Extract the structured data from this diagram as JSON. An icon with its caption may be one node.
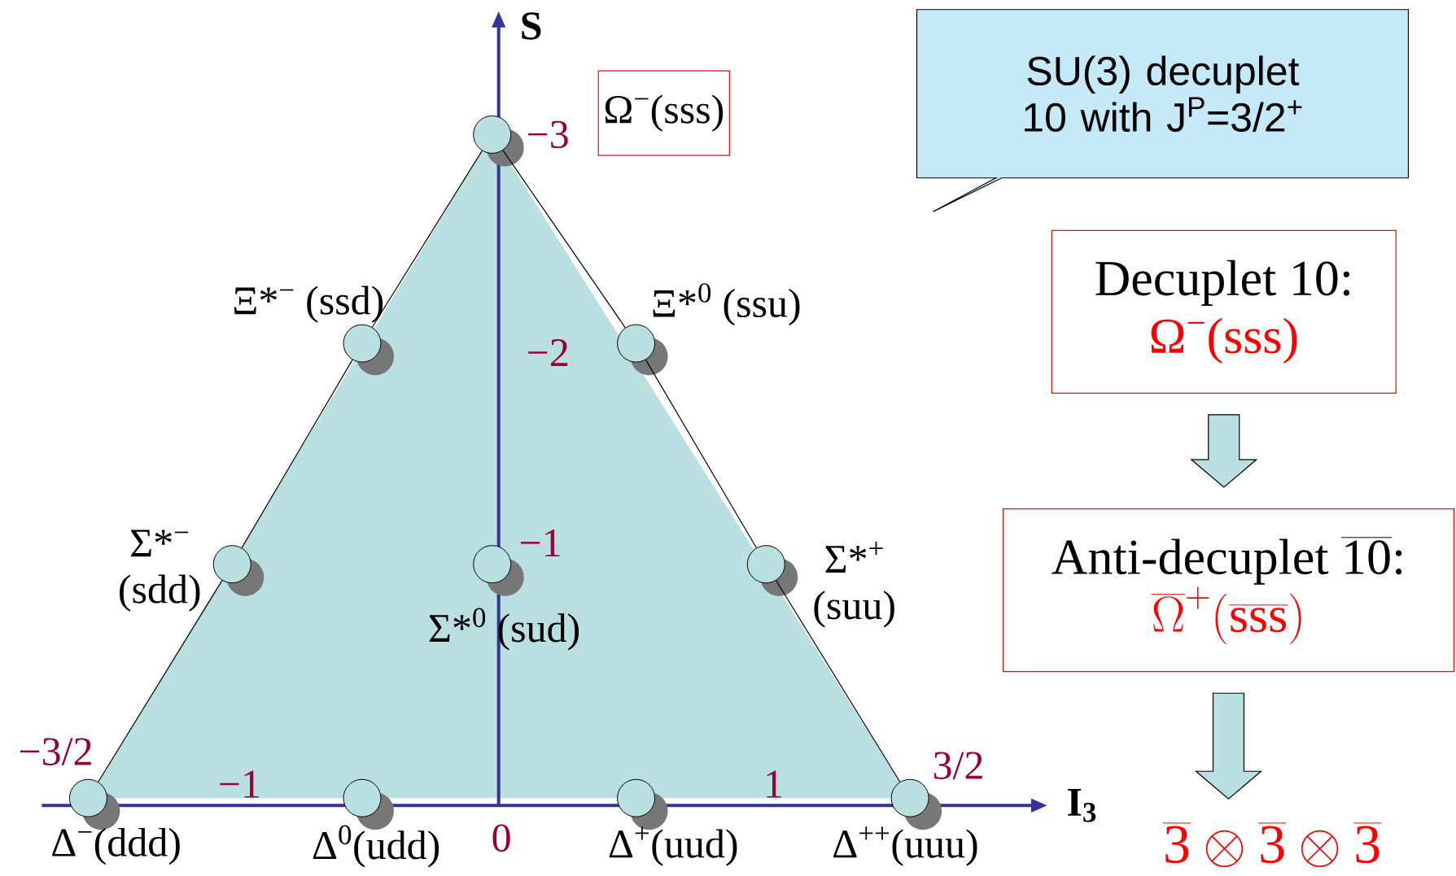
{
  "diagram": {
    "nodes": [
      {
        "text": [
          "SU(3) decuplet 10 with J$^{P}$=3/2$^{+}$"
        ]
      },
      {
        "text": [
          "Ω$^{−}$(sss)"
        ]
      },
      {
        "text": [
          "Decuplet 10:",
          "Ω$^{−}$(sss)"
        ]
      },
      {
        "text": [
          "\\text{Anti-decuplet }\\overline{\\text{10}}\\text{:}",
          "\\overline{\\Omega}^{+}(\\overline{\\text{sss}})"
        ]
      },
      {
        "text": [
          "\\overline{\\text{3}}\\otimes\\overline{\\text{3}}\\otimes\\overline{\\text{3}}"
        ]
      },
      {
        "text": [],
        "shape": "circle"
      },
      {
        "text": [],
        "shape": "circle",
        "beside": [
          "Ξ*$^{−}$ (ssd)"
        ]
      },
      {
        "text": [],
        "shape": "circle",
        "beside": [
          "Ξ*$^{0}$ (ssu)"
        ]
      },
      {
        "text": [],
        "shape": "circle",
        "beside": [
          "Σ*$^{−}$ (sdd)"
        ]
      },
      {
        "text": [],
        "shape": "circle",
        "beside": [
          "Σ*$^{0}$ (sud)"
        ]
      },
      {
        "text": [],
        "shape": "circle",
        "beside": [
          "Σ*$^{+}$ (suu)"
        ]
      },
      {
        "text": [],
        "shape": "circle",
        "beside": [
          "Δ$^{−}$(ddd)"
        ]
      },
      {
        "text": [],
        "shape": "circle",
        "beside": [
          "Δ$^{0}$(udd)"
        ]
      },
      {
        "text": [],
        "shape": "circle",
        "beside": [
          "Δ$^{+}$(uud)"
        ]
      },
      {
        "text": [],
        "shape": "circle",
        "beside": [
          "Δ$^{++}$(uuu)"
        ]
      }
    ],
    "edges": [
      {
        "from": 11,
        "to": 8,
        "arrow": "none"
      },
      {
        "from": 8,
        "to": 6,
        "arrow": "none"
      },
      {
        "from": 6,
        "to": 5,
        "arrow": "none"
      },
      {
        "from": 5,
        "to": 7,
        "arrow": "none"
      },
      {
        "from": 7,
        "to": 10,
        "arrow": "none"
      },
      {
        "from": 10,
        "to": 14,
        "arrow": "none"
      },
      {
        "from": 2,
        "to": 3,
        "arrow": "to"
      },
      {
        "from": 3,
        "to": 4,
        "arrow": "to"
      }
    ],
    "labels": [
      "S",
      "I$_{3}$",
      "−3",
      "−2",
      "−1",
      "−3/2",
      "−1",
      "0",
      "1",
      "3/2"
    ]
  }
}
